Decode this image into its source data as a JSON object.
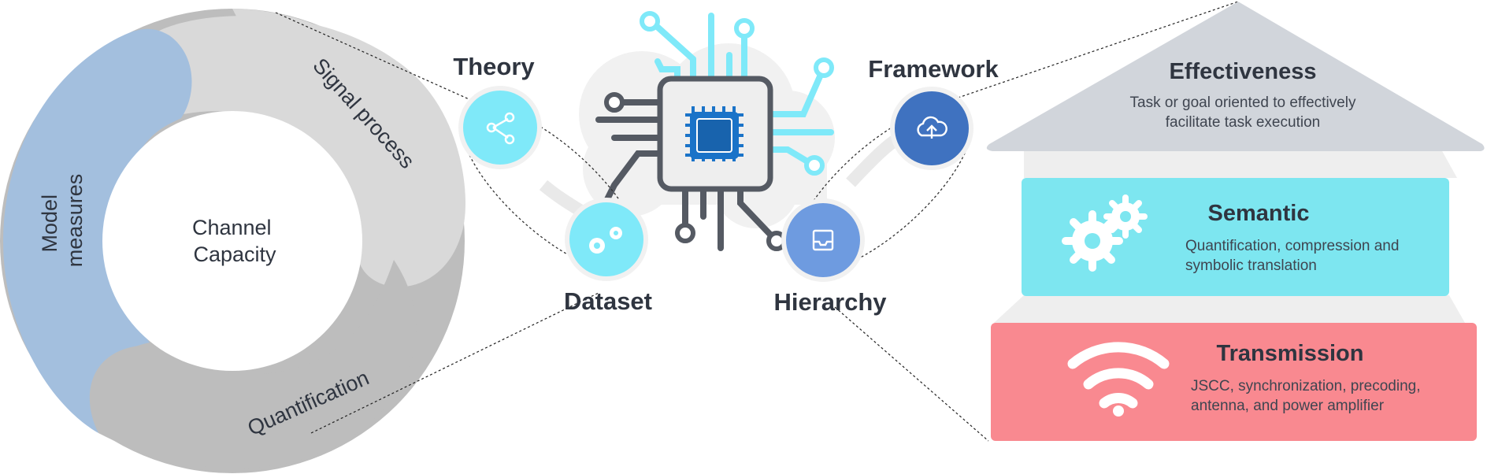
{
  "ring": {
    "center_line1": "Channel",
    "center_line2": "Capacity",
    "segments": [
      {
        "line1": "Model",
        "line2": "measures"
      },
      {
        "label": "Signal process"
      },
      {
        "label": "Quantification"
      }
    ]
  },
  "hub": {
    "nodes": [
      {
        "label": "Theory",
        "icon": "share-icon"
      },
      {
        "label": "Dataset",
        "icon": "gears-icon"
      },
      {
        "label": "Framework",
        "icon": "cloud-upload-icon"
      },
      {
        "label": "Hierarchy",
        "icon": "inbox-icon"
      }
    ]
  },
  "levels": [
    {
      "title": "Effectiveness",
      "line1": "Task or goal oriented to effectively",
      "line2": "facilitate task execution",
      "color": "#d1d5db",
      "icon": ""
    },
    {
      "title": "Semantic",
      "line1": "Quantification, compression and",
      "line2": "symbolic translation",
      "color": "#7de6f0",
      "icon": "gears-icon"
    },
    {
      "title": "Transmission",
      "line1": "JSCC, synchronization, precoding,",
      "line2": "antenna, and power amplifier",
      "color": "#f98990",
      "icon": "wifi-icon"
    }
  ],
  "colors": {
    "ring_blue": "#a3bfde",
    "ring_light": "#d9d9d9",
    "ring_dark": "#bdbdbd",
    "node_cyan": "#7fe9f9",
    "node_blue_dark": "#3f72c0",
    "node_blue_light": "#6e9be0",
    "chip_blue": "#1a73c8"
  }
}
